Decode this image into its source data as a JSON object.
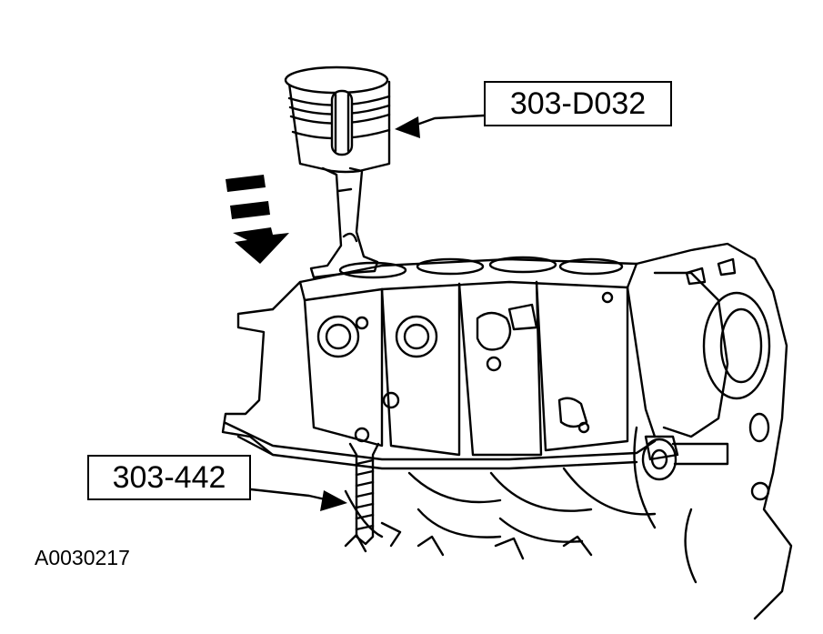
{
  "callouts": {
    "piston_tool": "303-D032",
    "guide_tool": "303-442"
  },
  "figure_id": "A0030217",
  "colors": {
    "ink": "#000000",
    "paper": "#ffffff"
  }
}
